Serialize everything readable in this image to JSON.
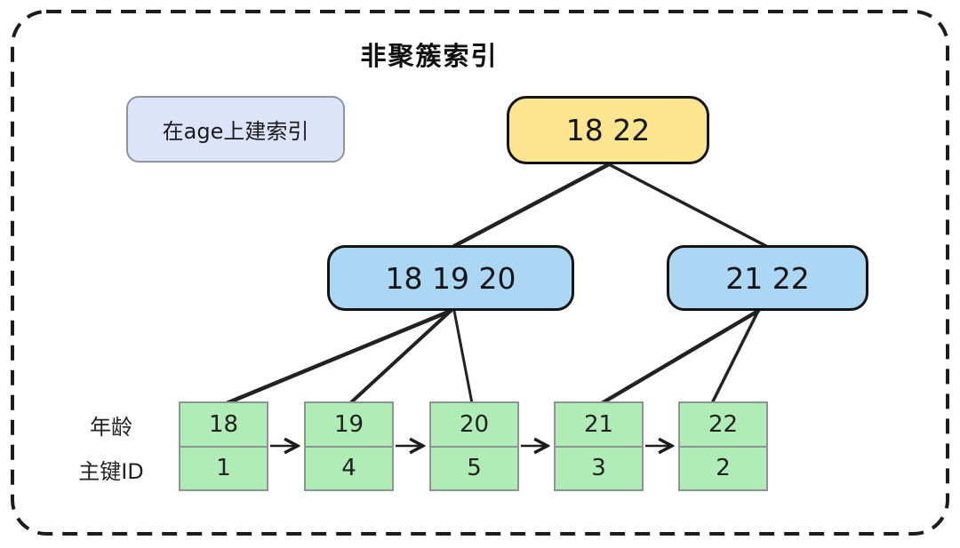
{
  "title": "非聚簇索引",
  "note": "在age上建索引",
  "tree": {
    "root": "18 22",
    "internal_left": "18 19 20",
    "internal_right": "21 22"
  },
  "leaf_table": {
    "row_labels": {
      "age": "年龄",
      "pk": "主键ID"
    },
    "leaves": [
      {
        "age": "18",
        "pk": "1"
      },
      {
        "age": "19",
        "pk": "4"
      },
      {
        "age": "20",
        "pk": "5"
      },
      {
        "age": "21",
        "pk": "3"
      },
      {
        "age": "22",
        "pk": "2"
      }
    ]
  },
  "colors": {
    "root_fill": "#fbe58e",
    "internal_fill": "#abd7f5",
    "leaf_fill": "#b0ecb6",
    "note_fill": "#dde4f9",
    "leaf_border": "#8b9691",
    "node_border": "#141414",
    "line": "#1c1c1c"
  }
}
